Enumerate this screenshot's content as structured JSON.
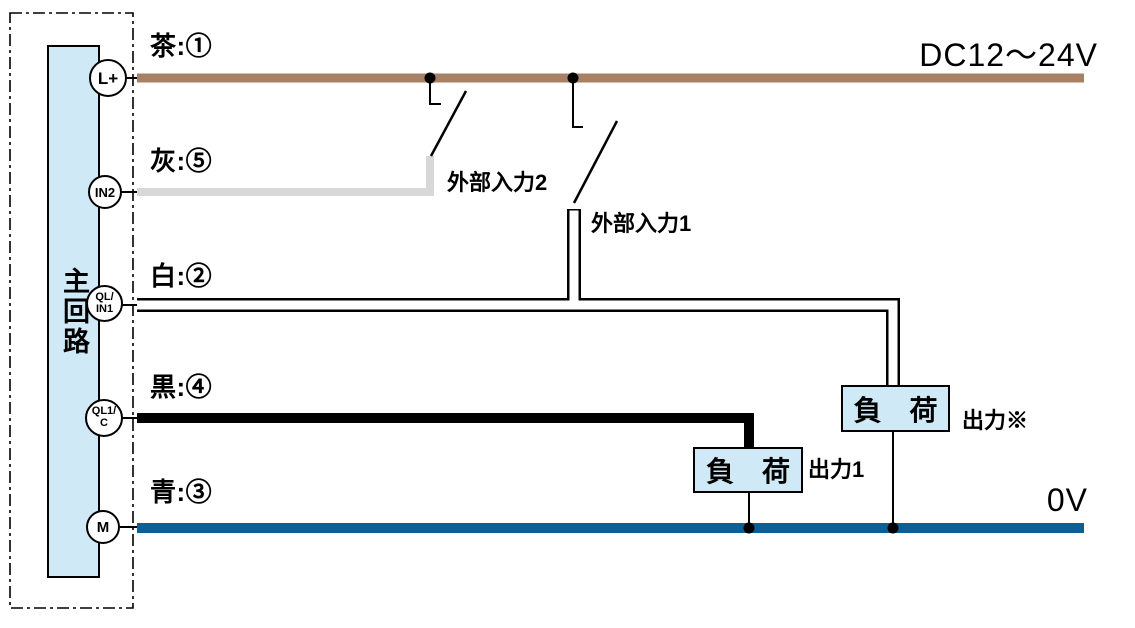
{
  "diagram": {
    "rails": {
      "top_label": "DC12〜24V",
      "bottom_label": "0V"
    },
    "main_circuit": {
      "label": "主回路"
    },
    "terminals": [
      {
        "label": "L+",
        "wire_name": "brown",
        "wire_label": "茶:①",
        "wire_color": "#a88164"
      },
      {
        "label": "IN2",
        "wire_name": "gray",
        "wire_label": "灰:⑤",
        "wire_color": "#d8d8d8"
      },
      {
        "label_line1": "QL/",
        "label_line2": "IN1",
        "wire_name": "white",
        "wire_label": "白:②",
        "wire_color": "#ffffff"
      },
      {
        "label_line1": "QL1/",
        "label_line2": "C",
        "wire_name": "black",
        "wire_label": "黒:④",
        "wire_color": "#000000"
      },
      {
        "label": "M",
        "wire_name": "blue",
        "wire_label": "青:③",
        "wire_color": "#0d5f96"
      }
    ],
    "switches": [
      {
        "label": "外部入力2"
      },
      {
        "label": "外部入力1"
      }
    ],
    "loads": [
      {
        "label": "負　荷",
        "output_label": "出力1"
      },
      {
        "label": "負　荷",
        "output_label": "出力※"
      }
    ],
    "colors": {
      "wire_brown": "#a88164",
      "wire_gray": "#d8d8d8",
      "wire_blue": "#0d5f96",
      "wire_black": "#000000",
      "wire_white_core": "#ffffff",
      "wire_outline": "#000000",
      "box_fill": "#cfe9f7"
    }
  }
}
